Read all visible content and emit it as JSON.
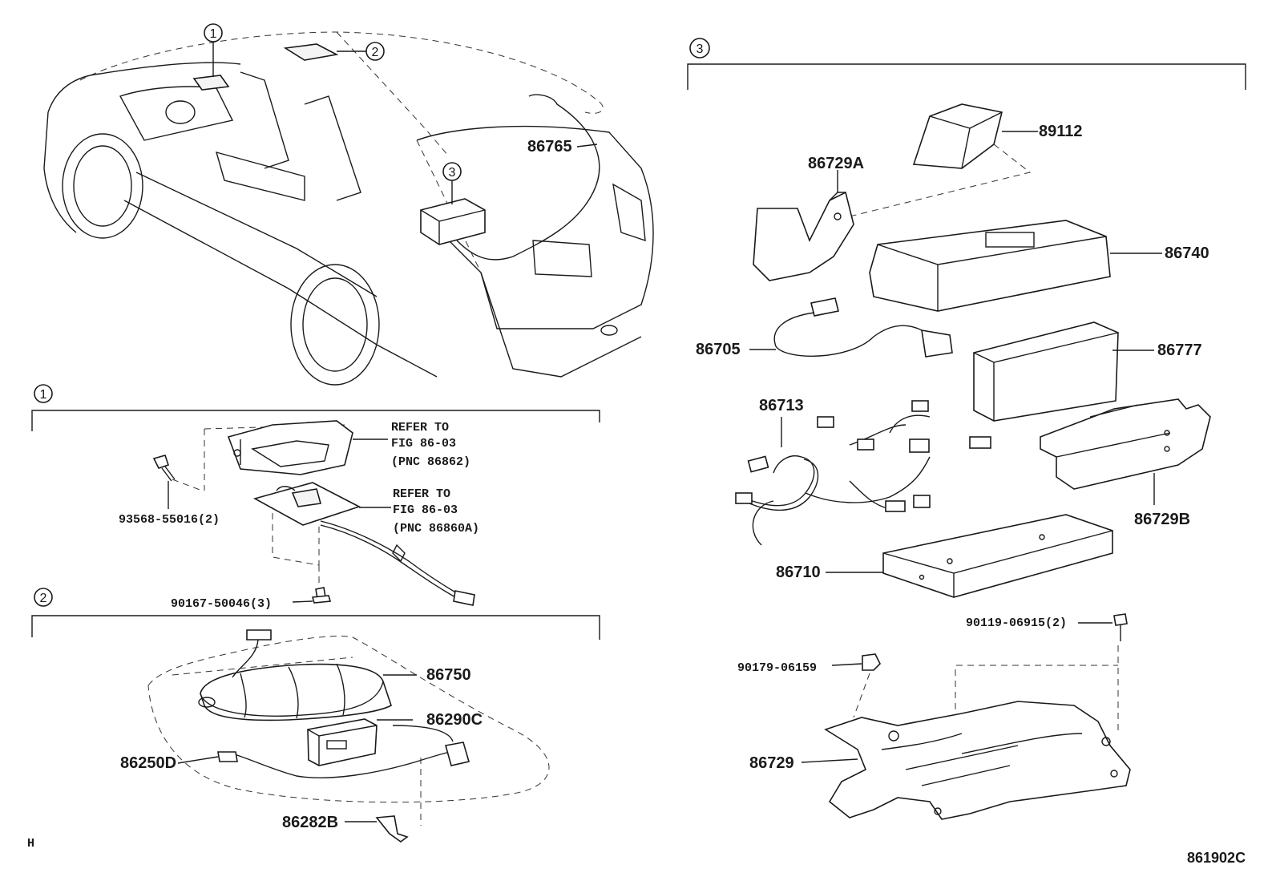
{
  "callouts": [
    "1",
    "2",
    "3"
  ],
  "section_headers": {
    "s1": "1",
    "s2": "2",
    "s3": "3"
  },
  "parts": {
    "p86765": "86765",
    "p89112": "89112",
    "p86729A": "86729A",
    "p86740": "86740",
    "p86705": "86705",
    "p86777": "86777",
    "p86713": "86713",
    "p86729B": "86729B",
    "p86710": "86710",
    "p90119": "90119-06915(2)",
    "p90179": "90179-06159",
    "p86729": "86729",
    "p93568": "93568-55016(2)",
    "p90167": "90167-50046(3)",
    "p86750": "86750",
    "p86290C": "86290C",
    "p86250D": "86250D",
    "p86282B": "86282B"
  },
  "refer1": {
    "l1": "REFER TO",
    "l2": "FIG 86-03",
    "l3": "(PNC 86862)"
  },
  "refer2": {
    "l1": "REFER TO",
    "l2": "FIG 86-03",
    "l3": "(PNC 86860A)"
  },
  "corner_mark": "H",
  "figure_code": "861902C"
}
